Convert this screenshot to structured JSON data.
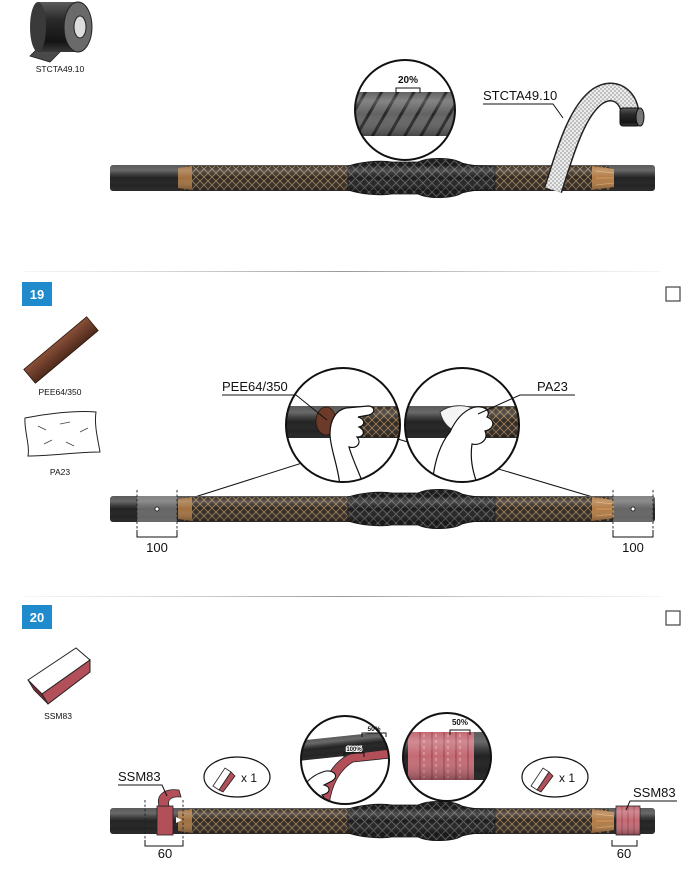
{
  "top_section": {
    "product_label": "STCTA49.10",
    "zoom_overlap": "20%",
    "callout_tape": "STCTA49.10"
  },
  "step_19": {
    "number": "19",
    "product_1_label": "PEE64/350",
    "product_2_label": "PA23",
    "callout_left": "PEE64/350",
    "callout_right": "PA23",
    "dimension_left": "100",
    "dimension_right": "100"
  },
  "step_20": {
    "number": "20",
    "product_label": "SSM83",
    "callout_left": "SSM83",
    "callout_right": "SSM83",
    "quantity_left": "x 1",
    "quantity_right": "x 1",
    "zoom_left_overlap": "50%",
    "zoom_left_full": "100%",
    "zoom_right_overlap": "50%",
    "dimension_left": "60",
    "dimension_right": "60"
  },
  "colors": {
    "step_badge": "#1f8bcd",
    "tape_red": "#b24f58",
    "tape_pink": "#c46a74",
    "brown_pad": "#6b3a28",
    "checkbox_border": "#444444"
  }
}
